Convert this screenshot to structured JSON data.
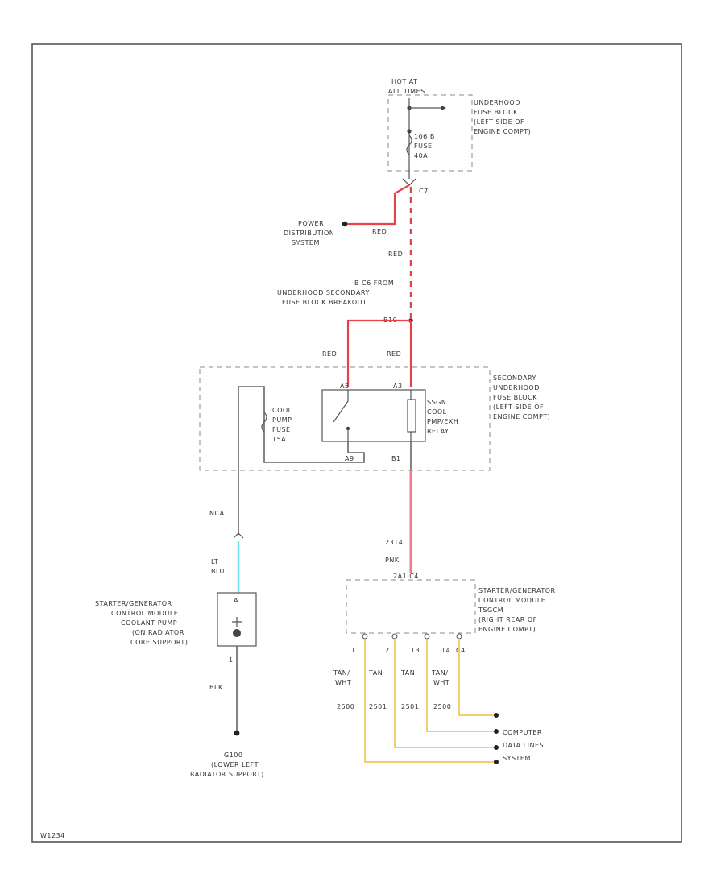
{
  "fuse_block": {
    "hot_at": "HOT AT",
    "all_times": "ALL TIMES",
    "fuse_label": [
      "106 B",
      "FUSE",
      "40A"
    ],
    "location": [
      "UNDERHOOD",
      "FUSE BLOCK",
      "(LEFT SIDE OF",
      "ENGINE COMPT)"
    ],
    "connector": "C7"
  },
  "power_distribution": {
    "label": [
      "POWER",
      "DISTRIBUTION",
      "SYSTEM"
    ],
    "wire_color": "RED"
  },
  "splice": {
    "wire_color_top": "RED",
    "note": [
      "B C6 FROM",
      "UNDERHOOD SECONDARY",
      "FUSE BLOCK BREAKOUT"
    ],
    "pin": "B10"
  },
  "secondary_block": {
    "wire_left": "RED",
    "wire_right": "RED",
    "fuse_label": [
      "COOL",
      "PUMP",
      "FUSE",
      "15A"
    ],
    "relay_label": [
      "SSGN",
      "COOL",
      "PMP/EXH",
      "RELAY"
    ],
    "pin_a": "A5",
    "pin_b": "A3",
    "pin_c": "A9",
    "pin_d": "B1",
    "location": [
      "SECONDARY",
      "UNDERHOOD",
      "FUSE BLOCK",
      "(LEFT SIDE OF",
      "ENGINE COMPT)"
    ]
  },
  "coolant_pump": {
    "wire_nca": "NCA",
    "wire_lt": "LT",
    "wire_blu": "BLU",
    "pin_top": "A",
    "pin_bottom": "1",
    "label": [
      "STARTER/GENERATOR",
      "CONTROL MODULE",
      "COOLANT PUMP",
      "(ON RADIATOR",
      "CORE SUPPORT)"
    ],
    "ground_wire": "BLK",
    "ground_label": [
      "G100",
      "(LOWER LEFT",
      "RADIATOR SUPPORT)"
    ]
  },
  "control_module": {
    "wire_circuit": "2314",
    "wire_color": "PNK",
    "connector": "2A1 C4",
    "label": [
      "STARTER/GENERATOR",
      "CONTROL MODULE",
      "TSGCM",
      "(RIGHT REAR OF",
      "ENGINE COMPT)"
    ],
    "pins": [
      "1",
      "2",
      "13",
      "14",
      "C4"
    ],
    "wire_colors": [
      [
        "TAN/",
        "WHT"
      ],
      [
        "TAN"
      ],
      [
        "TAN"
      ],
      [
        "TAN/",
        "WHT"
      ]
    ],
    "circuits": [
      "2500",
      "2501",
      "2501",
      "2500"
    ]
  },
  "computer_data": {
    "label": [
      "COMPUTER",
      "DATA LINES",
      "SYSTEM"
    ]
  },
  "diagram_id": "W1234"
}
